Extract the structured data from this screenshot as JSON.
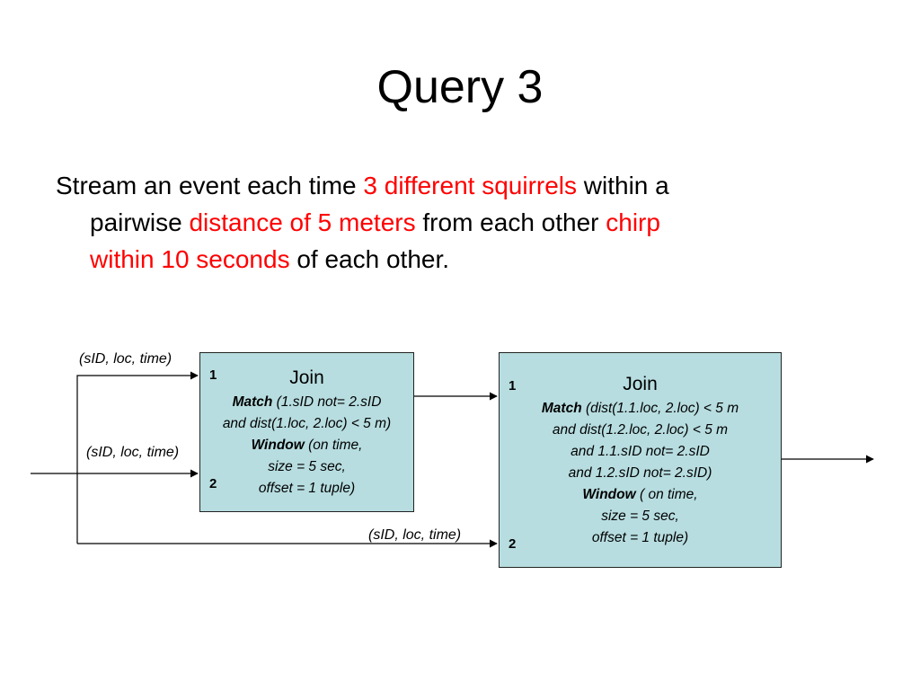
{
  "slide": {
    "title": "Query 3",
    "desc": {
      "p1": "Stream an event each time ",
      "r1": "3 different squirrels",
      "p2": " within a",
      "p3": "pairwise ",
      "r2": "distance of 5 meters",
      "p4": " from each other ",
      "r3": "chirp",
      "r4": "within 10 seconds",
      "p5": " of each other."
    }
  },
  "diagram": {
    "stream_labels": [
      "(sID, loc, time)",
      "(sID, loc, time)",
      "(sID, loc, time)"
    ],
    "join1": {
      "title": "Join",
      "match_label": "Match",
      "match_text": " (1.sID not= 2.sID",
      "line2": "and dist(1.loc, 2.loc) < 5 m)",
      "window_label": "Window",
      "window_text": " (on time,",
      "line4": "size = 5 sec,",
      "line5": "offset = 1 tuple)",
      "port1": "1",
      "port2": "2"
    },
    "join2": {
      "title": "Join",
      "match_label": "Match",
      "match_text": " (dist(1.1.loc, 2.loc) < 5 m",
      "line2": "and dist(1.2.loc, 2.loc) < 5 m",
      "line3": "and 1.1.sID not= 2.sID",
      "line4": "and 1.2.sID not= 2.sID)",
      "window_label": "Window",
      "window_text": " ( on time,",
      "line6": "size = 5 sec,",
      "line7": "offset = 1 tuple)",
      "port1": "1",
      "port2": "2"
    }
  }
}
